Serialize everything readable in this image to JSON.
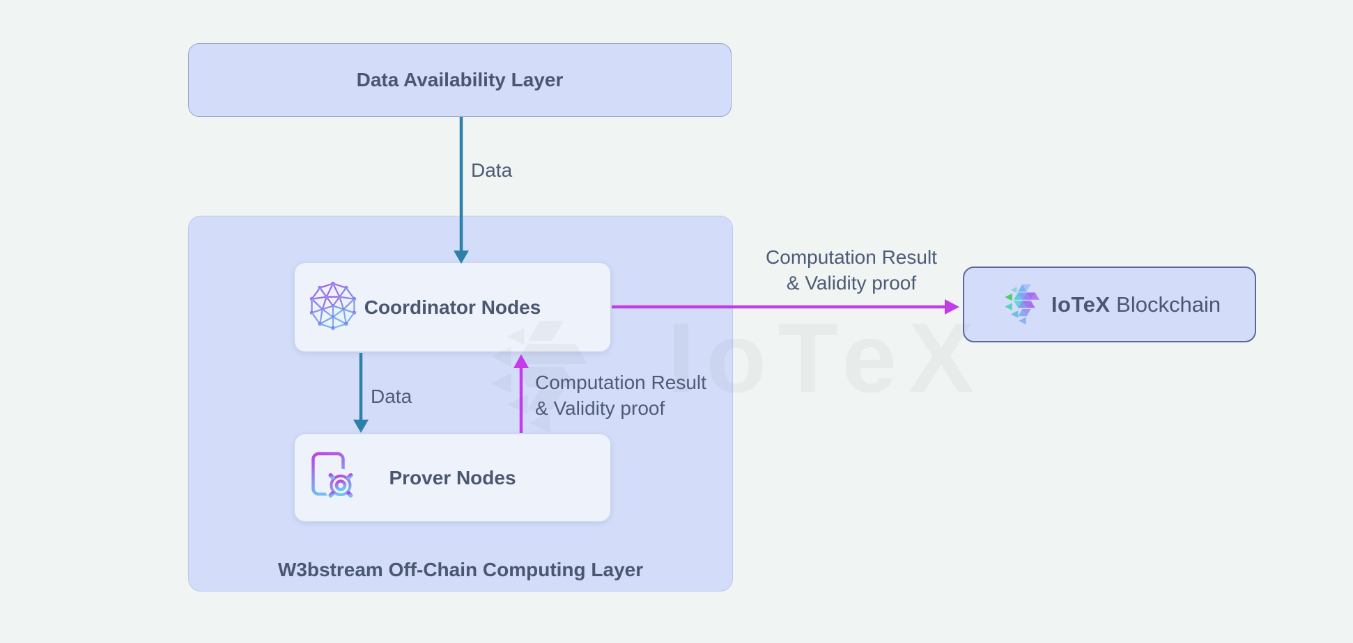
{
  "colors": {
    "background": "#f0f4f2",
    "layer_fill": "#d3dcf8",
    "layer_border": "#9aa6cc",
    "container_border": "#bec9ec",
    "node_fill": "#eef2fb",
    "node_border": "#ccd5ee",
    "iotex_box_border": "#5c689c",
    "teal_arrow": "#2d80a8",
    "magenta_arrow": "#c43ce9",
    "title_text": "#4a5770",
    "label_text": "#4e5b77",
    "watermark": "#5a655f"
  },
  "nodes": {
    "data_availability": {
      "label": "Data Availability Layer"
    },
    "w3bstream": {
      "label": "W3bstream Off-Chain Computing Layer"
    },
    "coordinator": {
      "label": "Coordinator Nodes",
      "icon": "mesh-network-icon"
    },
    "prover": {
      "label": "Prover Nodes",
      "icon": "document-gear-icon"
    },
    "iotex": {
      "brand": "IoTeX",
      "label": "Blockchain",
      "icon": "iotex-logo"
    }
  },
  "edges": [
    {
      "from": "Data Availability Layer",
      "to": "Coordinator Nodes",
      "label": "Data",
      "color": "teal"
    },
    {
      "from": "Coordinator Nodes",
      "to": "Prover Nodes",
      "label": "Data",
      "color": "teal"
    },
    {
      "from": "Prover Nodes",
      "to": "Coordinator Nodes",
      "lines": [
        "Computation Result",
        "& Validity proof"
      ],
      "color": "magenta"
    },
    {
      "from": "Coordinator Nodes",
      "to": "IoTeX Blockchain",
      "lines": [
        "Computation Result",
        "& Validity proof"
      ],
      "color": "magenta"
    }
  ],
  "watermark": {
    "text": "IoTeX"
  }
}
